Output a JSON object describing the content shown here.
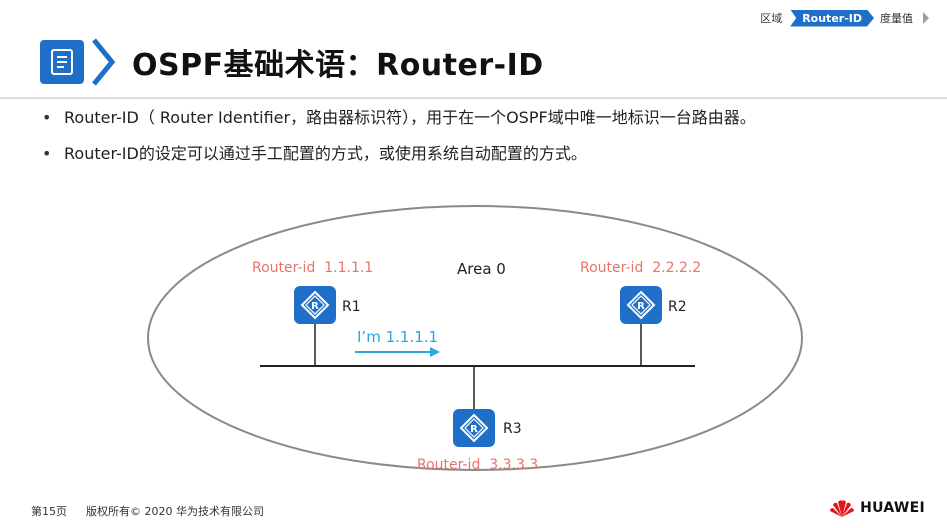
{
  "breadcrumb": {
    "items": [
      "区域",
      "Router-ID",
      "度量值"
    ]
  },
  "title": "OSPF基础术语：Router-ID",
  "bullets": [
    "Router-ID（ Router Identifier，路由器标识符），用于在一个OSPF域中唯一地标识一台路由器。",
    "Router-ID的设定可以通过手工配置的方式，或使用系统自动配置的方式。"
  ],
  "diagram": {
    "area_label": "Area 0",
    "routers": [
      {
        "name": "R1",
        "router_id": "Router-id  1.1.1.1"
      },
      {
        "name": "R2",
        "router_id": "Router-id  2.2.2.2"
      },
      {
        "name": "R3",
        "router_id": "Router-id  3.3.3.3"
      }
    ],
    "message": "I’m 1.1.1.1"
  },
  "footer": {
    "page": "第15页",
    "copyright": "版权所有© 2020 华为技术有限公司"
  },
  "logo": {
    "text": "HUAWEI"
  },
  "colors": {
    "accent": "#1f6fc8",
    "router_id": "#e8736a",
    "message": "#2aa6e0"
  }
}
